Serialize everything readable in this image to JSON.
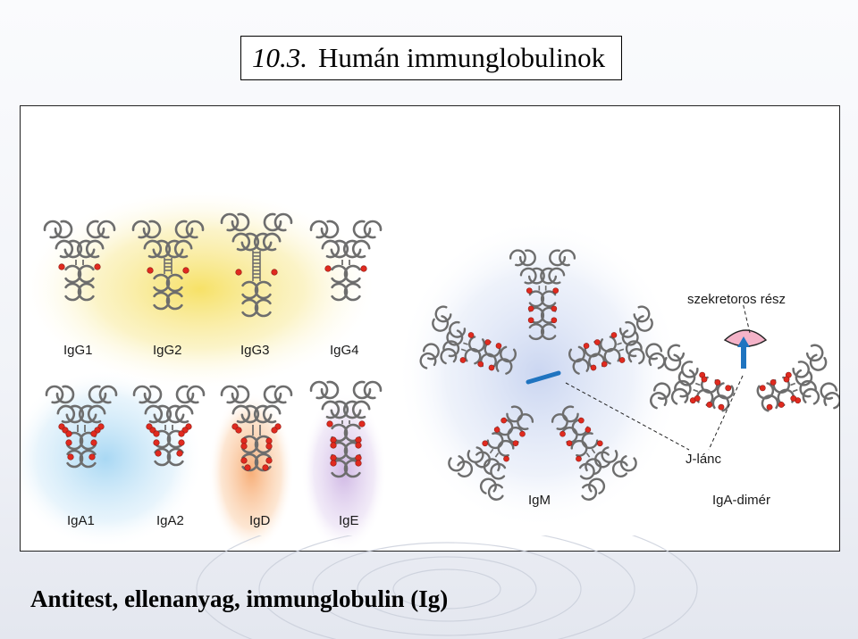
{
  "slide": {
    "section_number": "10.3.",
    "title": "Humán immunglobulinok",
    "footer": "Antitest, ellenanyag, immunglobulin (Ig)"
  },
  "diagram": {
    "igg_labels": [
      "IgG1",
      "IgG2",
      "IgG3",
      "IgG4"
    ],
    "iga_labels": [
      "IgA1",
      "IgA2"
    ],
    "igd_label": "IgD",
    "ige_label": "IgE",
    "igm_label": "IgM",
    "iga_dimer_label": "IgA-dimér",
    "secretory_label": "szekretoros rész",
    "j_chain_label": "J-lánc",
    "colors": {
      "domain_stroke": "#6d6d6d",
      "glycan": "#e02a1f",
      "j_chain": "#1f74c0",
      "secretory": "#f4b3c8",
      "igg_glow": "#f6e27a",
      "iga_glow": "#a9d6f2",
      "igd_glow": "#f7b07a",
      "ige_glow": "#d6c2e8",
      "igm_glow": "#c6d4ef"
    }
  }
}
